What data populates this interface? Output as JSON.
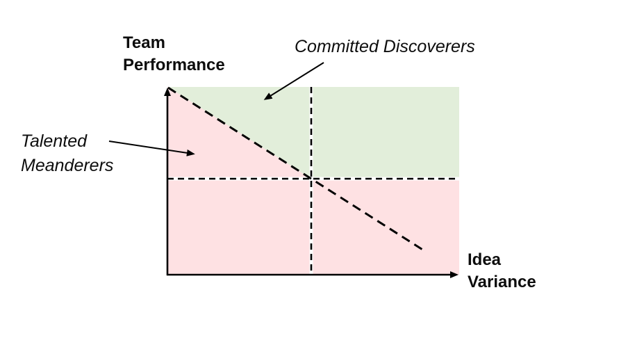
{
  "labels": {
    "y_axis": "Team Performance",
    "x_axis": "Idea Variance"
  },
  "annotations": {
    "committed": {
      "label": "Committed Discoverers",
      "points_to": "green-region"
    },
    "talented": {
      "label": "Talented Meanderers",
      "points_to": "pink-region"
    }
  },
  "colors": {
    "green_region": "#e2eeda",
    "pink_region": "#fee1e3",
    "line": "#000000",
    "background": "#ffffff"
  }
}
